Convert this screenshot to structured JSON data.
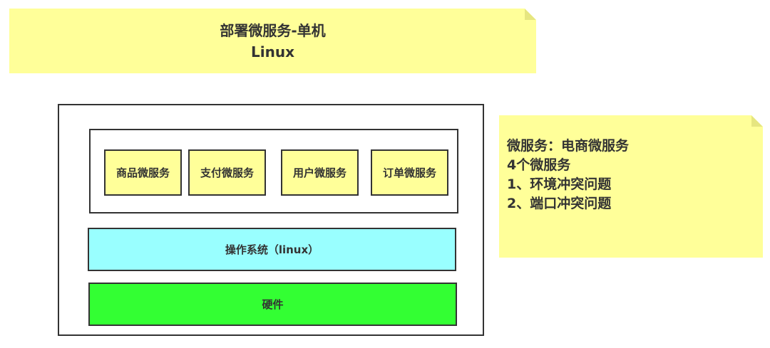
{
  "title_note": {
    "line1": "部署微服务-单机",
    "line2": "Linux"
  },
  "services": [
    {
      "label": "商品微服务"
    },
    {
      "label": "支付微服务"
    },
    {
      "label": "用户微服务"
    },
    {
      "label": "订单微服务"
    }
  ],
  "os_layer": {
    "label": "操作系统（linux）"
  },
  "hardware_layer": {
    "label": "硬件"
  },
  "side_note": {
    "lines": [
      "微服务：电商微服务",
      "4个微服务",
      "1、环境冲突问题",
      "2、端口冲突问题"
    ]
  },
  "colors": {
    "note_fill": "#ffff99",
    "service_fill": "#ffff99",
    "os_fill": "#99ffff",
    "hardware_fill": "#33ff33",
    "border": "#333333"
  }
}
